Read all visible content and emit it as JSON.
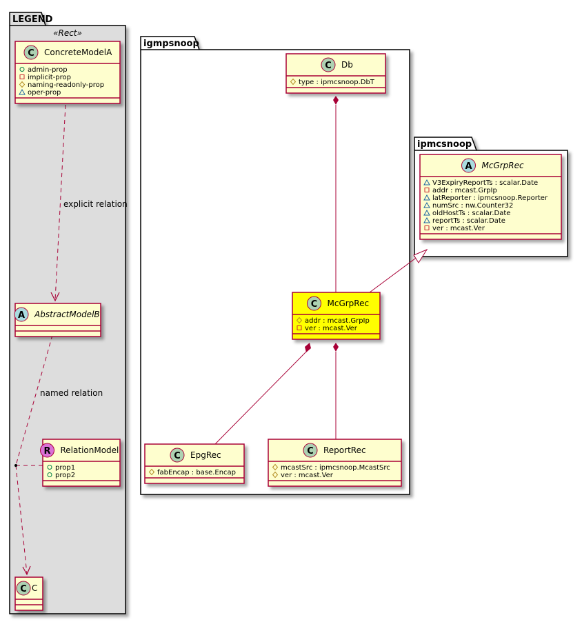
{
  "packages": {
    "legend": {
      "title": "LEGEND",
      "stereotype": "«Rect»"
    },
    "igmpsnoop": {
      "title": "igmpsnoop"
    },
    "ipmcsnoop": {
      "title": "ipmcsnoop"
    }
  },
  "legend": {
    "concrete": {
      "badge": "C",
      "name": "ConcreteModelA",
      "attrs": [
        {
          "vis": "public",
          "text": "admin-prop"
        },
        {
          "vis": "private",
          "text": "implicit-prop"
        },
        {
          "vis": "protected",
          "text": "naming-readonly-prop"
        },
        {
          "vis": "package",
          "text": "oper-prop"
        }
      ]
    },
    "abstract": {
      "badge": "A",
      "name": "AbstractModelB"
    },
    "relation": {
      "badge": "R",
      "name": "RelationModel",
      "attrs": [
        {
          "vis": "public",
          "text": "prop1"
        },
        {
          "vis": "public",
          "text": "prop2"
        }
      ]
    },
    "c": {
      "badge": "C",
      "name": "C"
    },
    "explicit_label": "explicit relation",
    "named_label": "named relation"
  },
  "classes": {
    "db": {
      "badge": "C",
      "name": "Db",
      "attrs": [
        {
          "vis": "protected",
          "text": "type : ipmcsnoop.DbT"
        }
      ]
    },
    "mcgrprec_abstract": {
      "badge": "A",
      "name": "McGrpRec",
      "attrs": [
        {
          "vis": "package",
          "text": "V3ExpiryReportTs : scalar.Date"
        },
        {
          "vis": "private",
          "text": "addr : mcast.GrpIp"
        },
        {
          "vis": "package",
          "text": "latReporter : ipmcsnoop.Reporter"
        },
        {
          "vis": "package",
          "text": "numSrc : nw.Counter32"
        },
        {
          "vis": "package",
          "text": "oldHostTs : scalar.Date"
        },
        {
          "vis": "package",
          "text": "reportTs : scalar.Date"
        },
        {
          "vis": "private",
          "text": "ver : mcast.Ver"
        }
      ]
    },
    "mcgrprec": {
      "badge": "C",
      "name": "McGrpRec",
      "attrs": [
        {
          "vis": "protected",
          "text": "addr : mcast.GrpIp"
        },
        {
          "vis": "private",
          "text": "ver : mcast.Ver"
        }
      ]
    },
    "epgrec": {
      "badge": "C",
      "name": "EpgRec",
      "attrs": [
        {
          "vis": "protected",
          "text": "fabEncap : base.Encap"
        }
      ]
    },
    "reportrec": {
      "badge": "C",
      "name": "ReportRec",
      "attrs": [
        {
          "vis": "protected",
          "text": "mcastSrc : ipmcsnoop.McastSrc"
        },
        {
          "vis": "protected",
          "text": "ver : mcast.Ver"
        }
      ]
    }
  },
  "colors": {
    "class_fill": "#FEFECE",
    "class_border": "#A80036",
    "highlight_fill": "#FFFF00",
    "legend_bg": "#DDDDDD",
    "badge_c": "#ADD1B2",
    "badge_a": "#A9DCDF",
    "badge_r": "#DA70D6",
    "vis_public": "#038048",
    "vis_private": "#C82930",
    "vis_protected": "#B38D22",
    "vis_package": "#1963A0"
  }
}
